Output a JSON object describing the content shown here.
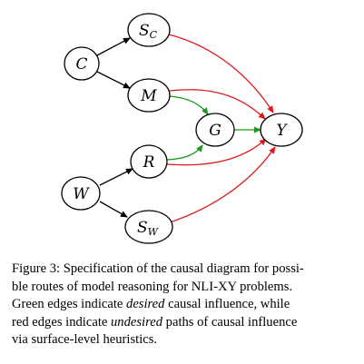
{
  "diagram": {
    "nodes": {
      "sc": {
        "main": "S",
        "sub": "C"
      },
      "c": {
        "main": "C"
      },
      "m": {
        "main": "M"
      },
      "g": {
        "main": "G"
      },
      "y": {
        "main": "Y"
      },
      "r": {
        "main": "R"
      },
      "w": {
        "main": "W"
      },
      "sw": {
        "main": "S",
        "sub": "W"
      }
    },
    "colors": {
      "neutral": "#000000",
      "desired": "#1a9a1a",
      "undesired": "#e01a1a"
    }
  },
  "caption": {
    "line1": "Figure 3: Specification of the causal diagram for possi-",
    "line2": "ble routes of model reasoning for NLI-XY problems.",
    "line3_a": "Green edges indicate ",
    "line3_em": "desired",
    "line3_b": " causal influence, while",
    "line4_a": "red edges indicate ",
    "line4_em": "undesired",
    "line4_b": " paths of causal influence",
    "line5": "via surface-level heuristics."
  }
}
